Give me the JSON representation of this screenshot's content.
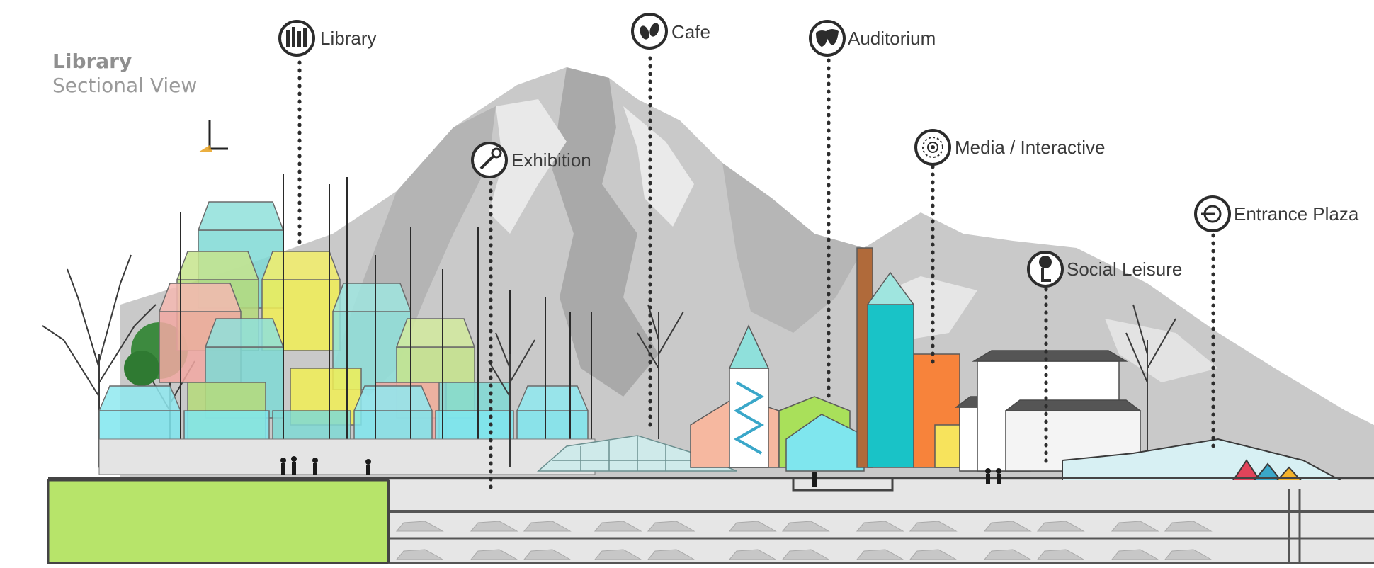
{
  "diagram": {
    "title": "Library",
    "subtitle": "Sectional View",
    "callouts": [
      {
        "label": "Library",
        "icon": "books-icon"
      },
      {
        "label": "Exhibition",
        "icon": "magnifier-icon"
      },
      {
        "label": "Cafe",
        "icon": "coffee-beans-icon"
      },
      {
        "label": "Auditorium",
        "icon": "theatre-masks-icon"
      },
      {
        "label": "Media / Interactive",
        "icon": "signal-icon"
      },
      {
        "label": "Social Leisure",
        "icon": "pin-person-icon"
      },
      {
        "label": "Entrance Plaza",
        "icon": "entrance-icon"
      }
    ]
  }
}
